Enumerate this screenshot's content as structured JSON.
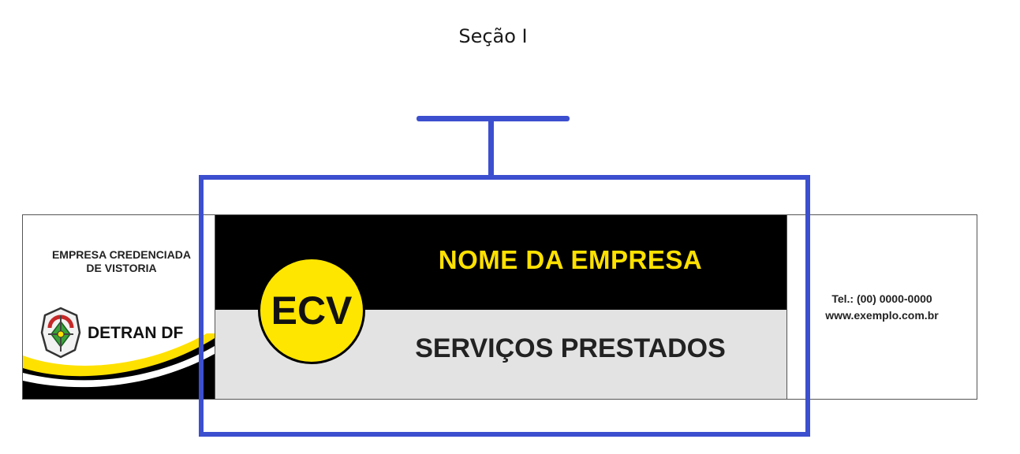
{
  "section": {
    "title": "Seção I"
  },
  "plate": {
    "left": {
      "company_line1": "EMPRESA CREDENCIADA",
      "company_line2": "DE VISTORIA",
      "emblem_icon": "detran-emblem-icon",
      "detran_label": "DETRAN DF"
    },
    "middle": {
      "company_name": "NOME DA EMPRESA",
      "badge": "ECV",
      "services": "SERVIÇOS PRESTADOS"
    },
    "right": {
      "phone": "Tel.: (00) 0000-0000",
      "website": "www.exemplo.com.br"
    }
  },
  "colors": {
    "highlight": "#3c4fcf",
    "yellow": "#ffe100",
    "black": "#000000",
    "grey": "#e3e3e3"
  }
}
